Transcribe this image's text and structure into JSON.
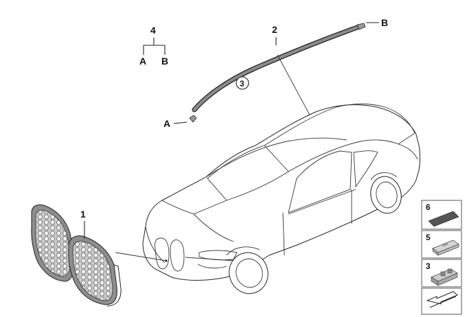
{
  "callouts": {
    "part1": "1",
    "part2": "2",
    "part3": "3",
    "part4": "4",
    "part5": "5",
    "part6": "6",
    "endA_top": "A",
    "endB_top": "B",
    "endA": "A",
    "endB": "B"
  },
  "legend": {
    "items": [
      {
        "number": "6",
        "icon": "adhesive-pad-icon"
      },
      {
        "number": "5",
        "icon": "clip-icon"
      },
      {
        "number": "3",
        "icon": "bracket-clip-icon"
      },
      {
        "number": "",
        "icon": "arrow-marker-icon"
      }
    ]
  },
  "colors": {
    "line": "#222222",
    "strip_fill": "#7a7a7a",
    "grille_fill": "#9a9a9a",
    "pad_fill": "#555555"
  }
}
